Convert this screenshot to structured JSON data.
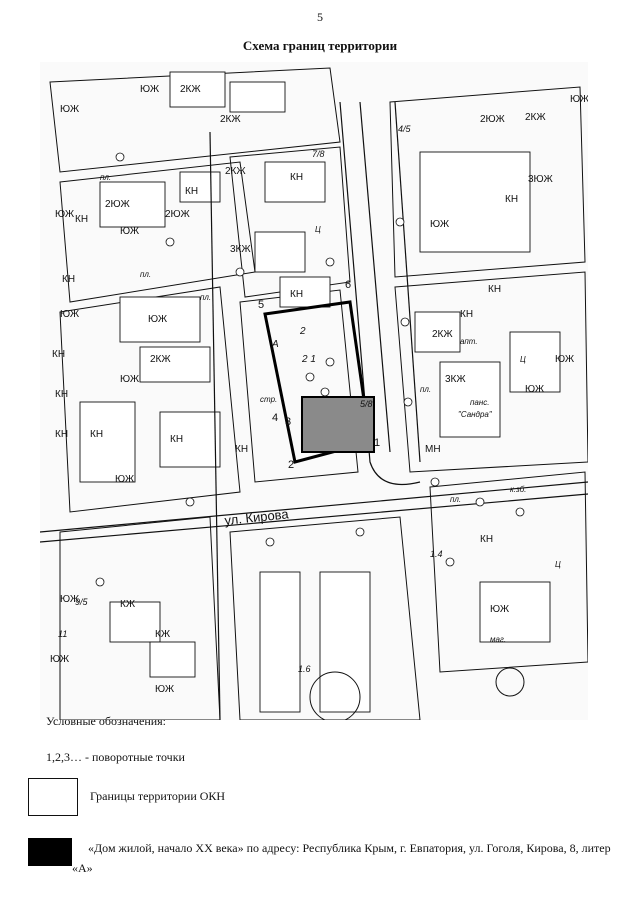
{
  "page_number": "5",
  "title": "Схема границ территории",
  "map": {
    "street_label": "ул. Кирова",
    "building_labels": [
      "2КЖ",
      "ЮЖ",
      "ЮЖ",
      "ЮЖ",
      "КН",
      "2ЮЖ",
      "2КЖ",
      "ЮЖ",
      "КН",
      "2КЖ",
      "2ЮЖ",
      "КН",
      "ЮЖ",
      "3КЖ",
      "КН",
      "ЮЖ",
      "КН",
      "ЮЖ",
      "КН",
      "2КЖ",
      "КН",
      "КН",
      "КН",
      "ЮЖ",
      "КН",
      "КН",
      "3ЮЖ",
      "КН",
      "2КЖ",
      "2ЮЖ",
      "ЮЖ",
      "3КЖ",
      "ЮЖ",
      "ЮЖ",
      "КН",
      "ЮЖ",
      "ЮЖ",
      "КН",
      "ЮЖ",
      "КЖ",
      "ЮЖ",
      "КЖ",
      "ЮЖ",
      "МН",
      "КН",
      "2КЖ"
    ],
    "small_labels": [
      "пл.",
      "пл.",
      "пл.",
      "стр.",
      "пл.",
      "пл.",
      "к.зб.",
      "апт.",
      "панс.",
      "\"Сандра\"",
      "маг.",
      "Ц",
      "Ц",
      "Ц"
    ],
    "address_labels": [
      "4/5",
      "7/8",
      "5/8",
      "9/5",
      "11",
      "1.4",
      "1.6"
    ],
    "point_labels": [
      "1",
      "2",
      "3",
      "4",
      "5",
      "6"
    ],
    "plot_labels": [
      "2",
      "2 1",
      "А"
    ]
  },
  "legend": {
    "heading": "Условные обозначения:",
    "points": "1,2,3… - поворотные точки",
    "boundary": "Границы территории ОКН",
    "object": "«Дом жилой, начало XX века» по адресу: Республика Крым, г. Евпатория, ул. Гоголя, Кирова, 8, литер «А»"
  }
}
